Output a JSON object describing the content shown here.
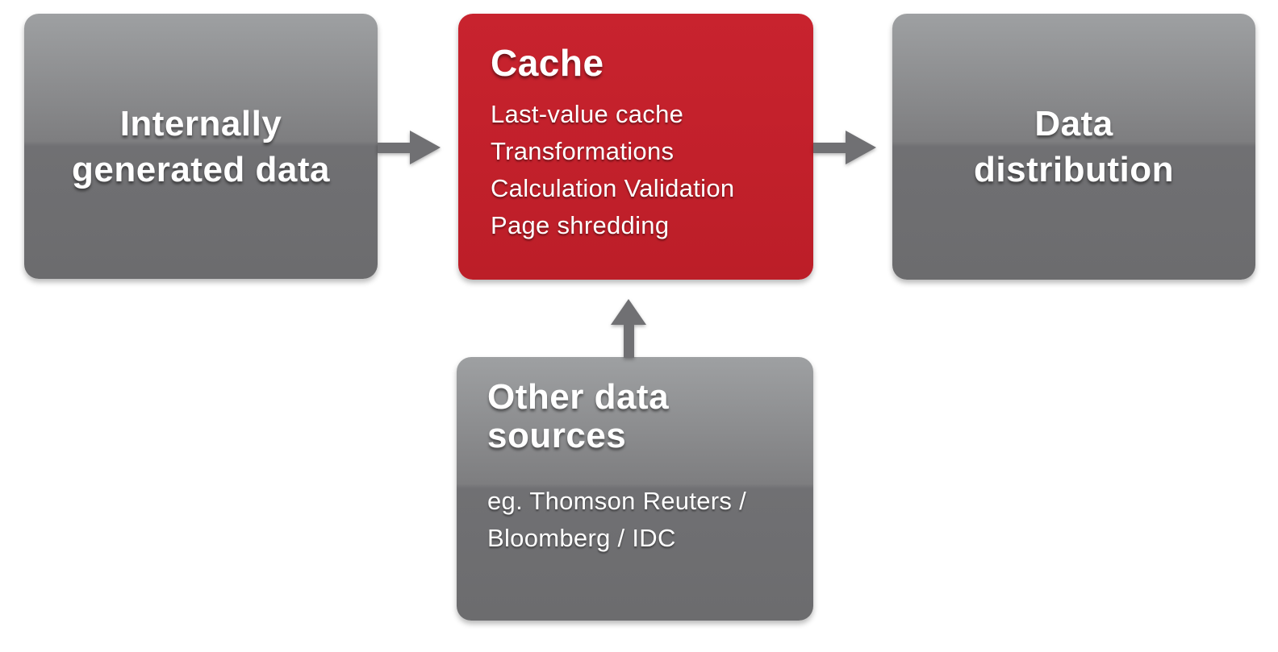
{
  "colors": {
    "background": "#ffffff",
    "gray_box_top": "#9ea0a2",
    "gray_box_mid_upper": "#7e7e80",
    "gray_box_mid_lower": "#707073",
    "gray_box_bottom": "#6c6c6e",
    "red_box": "#c2202b",
    "arrow": "#707073",
    "text": "#ffffff"
  },
  "boxes": {
    "internally_generated": {
      "title_lines": [
        "Internally",
        "generated data"
      ]
    },
    "cache": {
      "title": "Cache",
      "items": [
        "Last-value cache",
        "Transformations",
        "Calculation Validation",
        "Page shredding"
      ]
    },
    "data_distribution": {
      "title_lines": [
        "Data",
        "distribution"
      ]
    },
    "other_sources": {
      "title_lines": [
        "Other data",
        "sources"
      ],
      "examples_lines": [
        "eg. Thomson Reuters /",
        "Bloomberg / IDC"
      ]
    }
  },
  "arrows": [
    {
      "name": "internal-to-cache",
      "direction": "right"
    },
    {
      "name": "cache-to-distribution",
      "direction": "right"
    },
    {
      "name": "sources-to-cache",
      "direction": "up"
    }
  ]
}
